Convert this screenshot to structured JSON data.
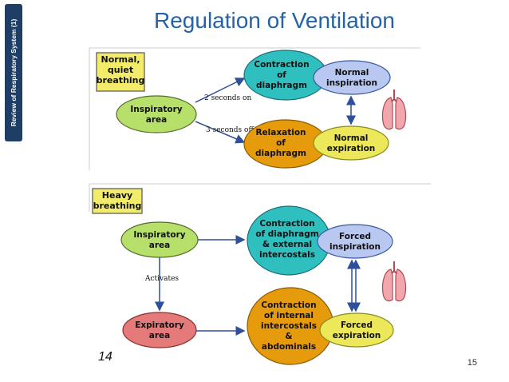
{
  "sidebar": {
    "text": "Review of Respiratory System (1)"
  },
  "title": "Regulation of Ventilation",
  "slide_number": "15",
  "page_label": "14",
  "top_panel": {
    "box": [
      "Normal,",
      "quiet",
      "breathing"
    ],
    "inspiratory_area": [
      "Inspiratory",
      "area"
    ],
    "contraction_diaphragm": [
      "Contraction",
      "of",
      "diaphragm"
    ],
    "relaxation_diaphragm": [
      "Relaxation",
      "of",
      "diaphragm"
    ],
    "normal_inspiration": [
      "Normal",
      "inspiration"
    ],
    "normal_expiration": [
      "Normal",
      "expiration"
    ],
    "label_on": "2 seconds on",
    "label_off": "3 seconds off"
  },
  "bottom_panel": {
    "box": [
      "Heavy",
      "breathing"
    ],
    "inspiratory_area": [
      "Inspiratory",
      "area"
    ],
    "expiratory_area": [
      "Expiratory",
      "area"
    ],
    "contraction_diaphragm_ext": [
      "Contraction",
      "of diaphragm",
      "& external",
      "intercostals"
    ],
    "contraction_internal": [
      "Contraction",
      "of internal",
      "intercostals",
      "&",
      "abdominals"
    ],
    "forced_inspiration": [
      "Forced",
      "inspiration"
    ],
    "forced_expiration": [
      "Forced",
      "expiration"
    ],
    "label_activates": "Activates"
  },
  "colors": {
    "sidebar": "#1f3e66",
    "title": "#2563a6",
    "yellow_box": "#f2ec6a",
    "green_oval": "#b7e06a",
    "teal_oval": "#2fbfbf",
    "orange_oval": "#e59b0c",
    "blue_oval": "#b8c8f0",
    "yellow_oval": "#ede85a",
    "pink_oval": "#e57a7a",
    "arrow": "#2e4f9b"
  }
}
